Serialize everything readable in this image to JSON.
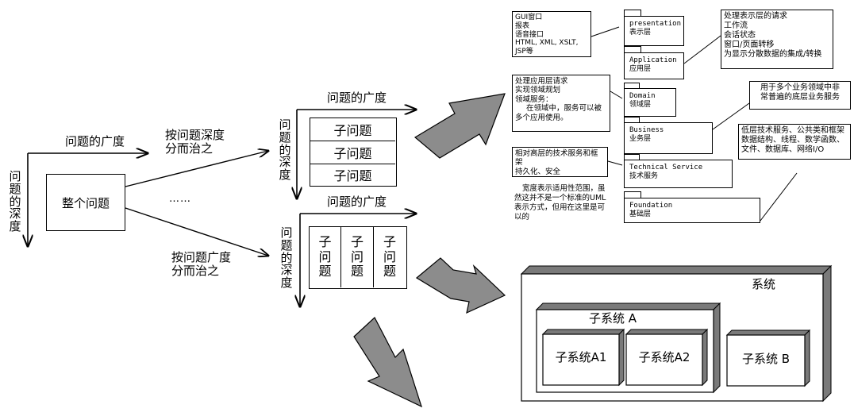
{
  "left": {
    "breadth_label": "问题的广度",
    "depth_label": [
      "问",
      "题",
      "的",
      "深",
      "度"
    ],
    "whole_problem": "整个问题",
    "split_by_depth": [
      "按问题深度",
      "分而治之"
    ],
    "split_by_breadth": [
      "按问题广度",
      "分而治之"
    ],
    "ellipsis": "……"
  },
  "depth_split": {
    "breadth_label": "问题的广度",
    "depth_label": [
      "问",
      "题",
      "的",
      "深",
      "度"
    ],
    "rows": [
      "子问题",
      "子问题",
      "子问题"
    ]
  },
  "breadth_split": {
    "breadth_label": "问题的广度",
    "depth_label": [
      "问",
      "题",
      "的",
      "深",
      "度"
    ],
    "cols": [
      [
        "子",
        "问",
        "题"
      ],
      [
        "子",
        "问",
        "题"
      ],
      [
        "子",
        "问",
        "题"
      ]
    ]
  },
  "layers": {
    "note_gui": [
      "GUI窗口",
      "报表",
      "语音接口",
      "HTML, XML, XSLT, JSP等"
    ],
    "presentation": [
      "presentation",
      "表示层"
    ],
    "note_presentation": [
      "处理表示层的请求",
      "工作流",
      "会话状态",
      "窗口/页面转移",
      "为显示分散数据的集成/转换"
    ],
    "note_application": [
      "处理应用层请求",
      "实现领域规划",
      "领域服务：",
      "在领域中，服务可以被",
      "多个应用使用。"
    ],
    "application": [
      "Application",
      "应用层"
    ],
    "domain": [
      "Domain",
      "领域层"
    ],
    "note_business": [
      "用于多个业务领域中非",
      "常普遍的底层业务服务"
    ],
    "business": [
      "Business",
      "业务层"
    ],
    "note_technical": [
      "相对高层的技术服务和框架",
      "持久化、安全"
    ],
    "technical": [
      "Technical Service",
      "技术服务"
    ],
    "note_foundation": [
      "低层技术服务、公共类和框架",
      "数据结构、线程、数学函数、",
      "文件、数据库、网络I/O"
    ],
    "note_width": [
      "宽度表示适用性范围，虽",
      "然这并不是一个标准的UML",
      "表示方式，但用在这里是可",
      "以的"
    ],
    "foundation": [
      "Foundation",
      "基础层"
    ]
  },
  "system": {
    "title": "系统",
    "subsystem_a": "子系统 A",
    "a1": "子系统A1",
    "a2": "子系统A2",
    "b": "子系统 B"
  },
  "colors": {
    "arrow_fill": "#8c8c8c",
    "box_shadow": "#7a7a7a"
  }
}
